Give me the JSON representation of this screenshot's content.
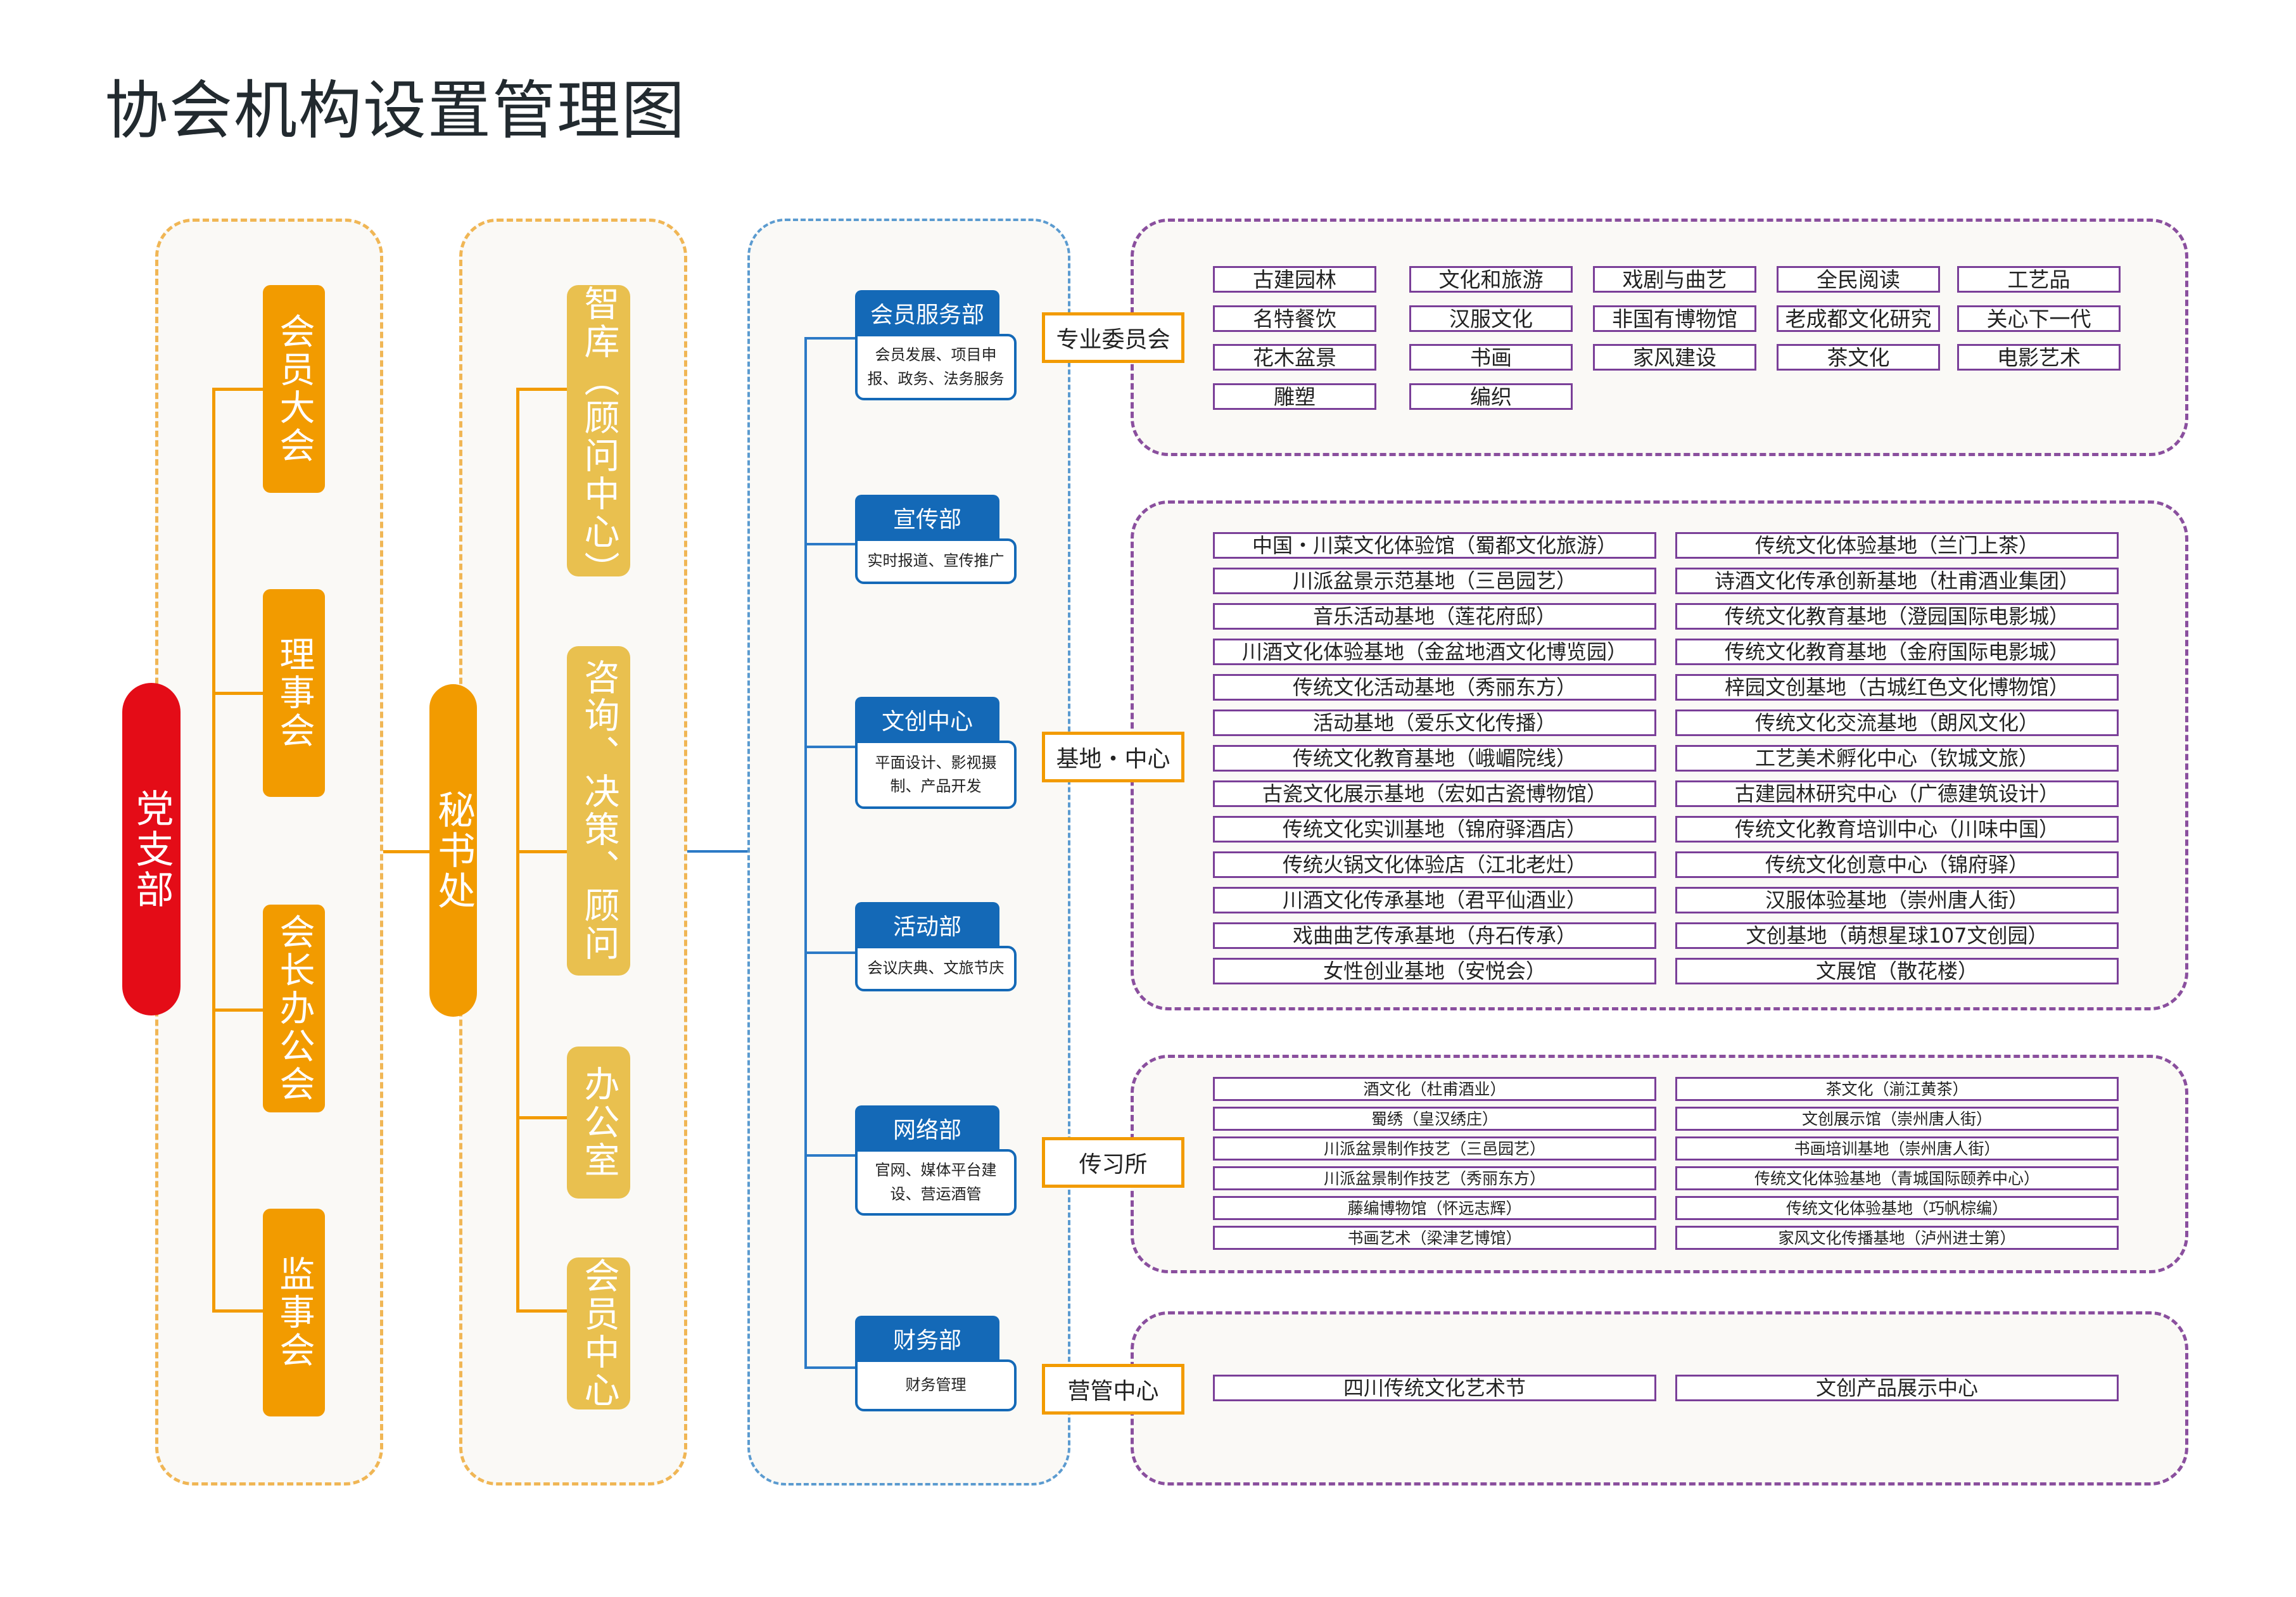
{
  "title": "协会机构设置管理图",
  "party": "党支部",
  "governance": [
    "会员大会",
    "理事会",
    "会长办公会",
    "监事会"
  ],
  "secretariat": "秘书处",
  "secretariat_units": [
    "智库（顾问中心）",
    "咨询、决策、顾问",
    "办公室",
    "会员中心"
  ],
  "departments": [
    {
      "name": "会员服务部",
      "desc": "会员发展、项目申报、政务、法务服务"
    },
    {
      "name": "宣传部",
      "desc": "实时报道、宣传推广"
    },
    {
      "name": "文创中心",
      "desc": "平面设计、影视摄制、产品开发"
    },
    {
      "name": "活动部",
      "desc": "会议庆典、文旅节庆"
    },
    {
      "name": "网络部",
      "desc": "官网、媒体平台建设、营运酒管"
    },
    {
      "name": "财务部",
      "desc": "财务管理"
    }
  ],
  "groups": {
    "committee": {
      "label": "专业委员会",
      "items": [
        "古建园林",
        "文化和旅游",
        "戏剧与曲艺",
        "全民阅读",
        "工艺品",
        "名特餐饮",
        "汉服文化",
        "非国有博物馆",
        "老成都文化研究",
        "关心下一代",
        "花木盆景",
        "书画",
        "家风建设",
        "茶文化",
        "电影艺术",
        "雕塑",
        "编织"
      ]
    },
    "bases": {
      "label": "基地・中心",
      "left": [
        "中国・川菜文化体验馆（蜀都文化旅游）",
        "川派盆景示范基地（三邑园艺）",
        "音乐活动基地（莲花府邸）",
        "川酒文化体验基地（金盆地酒文化博览园）",
        "传统文化活动基地（秀丽东方）",
        "活动基地（爱乐文化传播）",
        "传统文化教育基地（峨嵋院线）",
        "古瓷文化展示基地（宏如古瓷博物馆）",
        "传统文化实训基地（锦府驿酒店）",
        "传统火锅文化体验店（江北老灶）",
        "川酒文化传承基地（君平仙酒业）",
        "戏曲曲艺传承基地（舟石传承）",
        "女性创业基地（安悦会）"
      ],
      "right": [
        "传统文化体验基地（兰门上茶）",
        "诗酒文化传承创新基地（杜甫酒业集团）",
        "传统文化教育基地（澄园国际电影城）",
        "传统文化教育基地（金府国际电影城）",
        "梓园文创基地（古城红色文化博物馆）",
        "传统文化交流基地（朗风文化）",
        "工艺美术孵化中心（钦城文旅）",
        "古建园林研究中心（广德建筑设计）",
        "传统文化教育培训中心（川味中国）",
        "传统文化创意中心（锦府驿）",
        "汉服体验基地（崇州唐人街）",
        "文创基地（萌想星球107文创园）",
        "文展馆（散花楼）"
      ]
    },
    "institute": {
      "label": "传习所",
      "left": [
        "酒文化（杜甫酒业）",
        "蜀绣（皇汉绣庄）",
        "川派盆景制作技艺（三邑园艺）",
        "川派盆景制作技艺（秀丽东方）",
        "藤编博物馆（怀远志辉）",
        "书画艺术（梁津艺博馆）"
      ],
      "right": [
        "茶文化（湔江黄茶）",
        "文创展示馆（崇州唐人街）",
        "书画培训基地（崇州唐人街）",
        "传统文化体验基地（青城国际颐养中心）",
        "传统文化体验基地（巧帆棕编）",
        "家风文化传播基地（泸州进士第）"
      ]
    },
    "operations": {
      "label": "营管中心",
      "items": [
        "四川传统文化艺术节",
        "文创产品展示中心"
      ]
    }
  },
  "colors": {
    "party": "#e40c17",
    "accent": "#f29b00",
    "gold": "#e9c04f",
    "dept_blue": "#1469b7",
    "item_border": "#7a3f98"
  }
}
